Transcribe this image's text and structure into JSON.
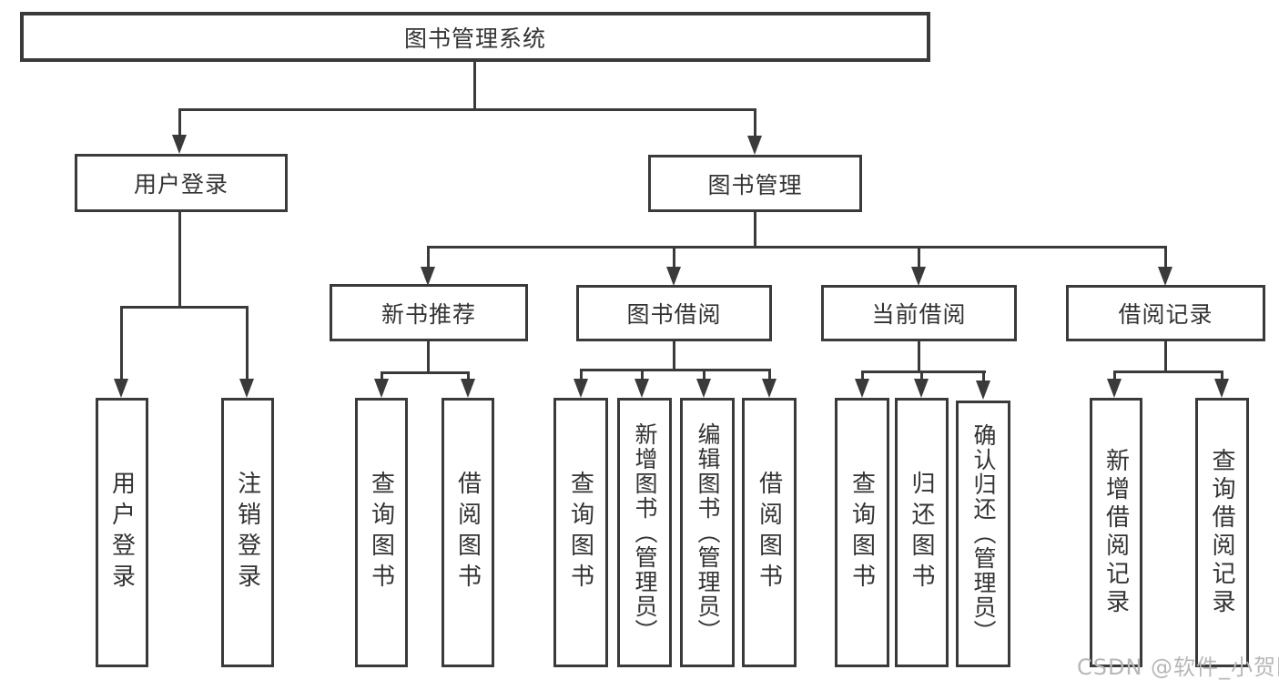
{
  "diagram_title": "图书管理系统",
  "tree": {
    "label": "图书管理系统",
    "children": [
      {
        "label": "用户登录",
        "children": [
          {
            "label": "用户登录"
          },
          {
            "label": "注销登录"
          }
        ]
      },
      {
        "label": "图书管理",
        "children": [
          {
            "label": "新书推荐",
            "children": [
              {
                "label": "查询图书"
              },
              {
                "label": "借阅图书"
              }
            ]
          },
          {
            "label": "图书借阅",
            "children": [
              {
                "label": "查询图书"
              },
              {
                "label": "新增图书（管理员）"
              },
              {
                "label": "编辑图书（管理员）"
              },
              {
                "label": "借阅图书"
              }
            ]
          },
          {
            "label": "当前借阅",
            "children": [
              {
                "label": "查询图书"
              },
              {
                "label": "归还图书"
              },
              {
                "label": "确认归还（管理员）"
              }
            ]
          },
          {
            "label": "借阅记录",
            "children": [
              {
                "label": "新增借阅记录"
              },
              {
                "label": "查询借阅记录"
              }
            ]
          }
        ]
      }
    ]
  },
  "watermark": "CSDN @软件_小贺同学",
  "colors": {
    "line": "#3a3a3a",
    "text": "#333333",
    "watermark": "#b7b7b7",
    "background": "#ffffff"
  }
}
